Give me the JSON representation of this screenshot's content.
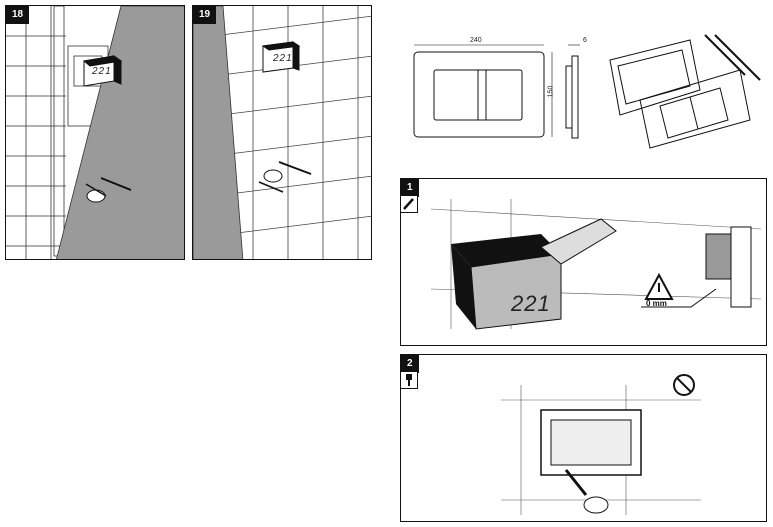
{
  "steps": {
    "s18": {
      "number": "18",
      "code": "221"
    },
    "s19": {
      "number": "19",
      "code": "221"
    },
    "s1": {
      "number": "1",
      "code": "221",
      "warning_label": "0 mm"
    },
    "s2": {
      "number": "2"
    }
  },
  "dimensions": {
    "width": "240",
    "height": "150",
    "depth": "6"
  },
  "icons": {
    "pencil": "pencil-icon",
    "screwdriver": "screwdriver-icon",
    "warning": "warning-triangle-icon",
    "no_drill": "no-drill-icon"
  }
}
